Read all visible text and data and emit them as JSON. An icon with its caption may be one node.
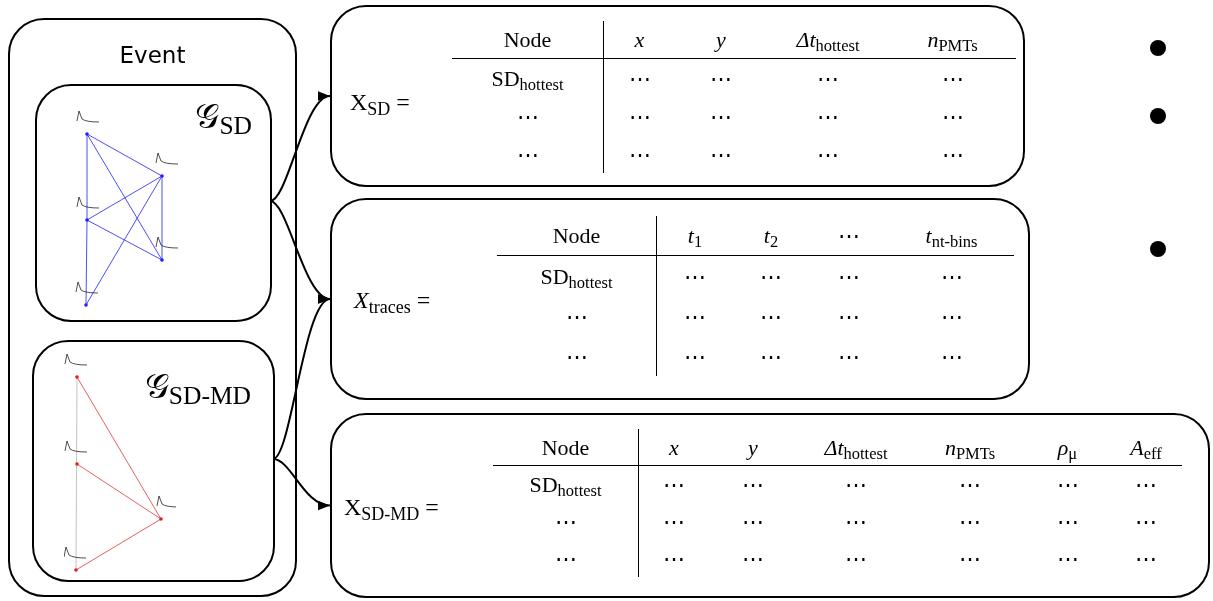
{
  "diagram": {
    "nodes": [
      {
        "text": [
          "Event"
        ]
      },
      {
        "text": [
          "𝒢$_{SD}$"
        ],
        "in": 0
      },
      {
        "text": [
          "𝒢$_{SD-MD}$"
        ],
        "in": 0
      },
      {
        "text": [
          "X$_{SD}$ =",
          "Node",
          "*x*",
          "*y*",
          "*Δt*$_{hottest}$",
          "*n*$_{PMTs}$",
          "SD$_{hottest}$",
          "⋯",
          "⋯",
          "⋯",
          "⋯",
          "⋯",
          "⋯",
          "⋯",
          "⋯",
          "⋯",
          "⋯",
          "⋯",
          "⋯",
          "⋯",
          "⋯"
        ]
      },
      {
        "text": [
          "*X*$_{traces}$ =",
          "Node",
          "*t*$_{1}$",
          "*t*$_{2}$",
          "⋯",
          "*t*$_{n}$$_{t-bins}$",
          "SD$_{hottest}$",
          "⋯",
          "⋯",
          "⋯",
          "⋯",
          "⋯",
          "⋯",
          "⋯",
          "⋯",
          "⋯",
          "⋯",
          "⋯",
          "⋯",
          "⋯",
          "⋯"
        ]
      },
      {
        "text": [
          "X$_{SD-MD}$ =",
          "Node",
          "*x*",
          "*y*",
          "*Δt*$_{hottest}$",
          "*n*$_{PMTs}$",
          "*ρ*$_{μ}$",
          "*A*$_{eff}$",
          "SD$_{hottest}$",
          "⋯",
          "⋯",
          "⋯",
          "⋯",
          "⋯",
          "⋯",
          "⋯",
          "⋯",
          "⋯",
          "⋯",
          "⋯",
          "⋯",
          "⋯",
          "⋯",
          "⋯",
          "⋯",
          "⋯",
          "⋯",
          "⋯",
          "⋯"
        ]
      }
    ],
    "edges": [
      {
        "from": 1,
        "to": 3,
        "arrow": "to"
      },
      {
        "from": 1,
        "to": 4,
        "arrow": "to"
      },
      {
        "from": 2,
        "to": 4,
        "arrow": "to"
      },
      {
        "from": 2,
        "to": 5,
        "arrow": "to"
      }
    ]
  }
}
